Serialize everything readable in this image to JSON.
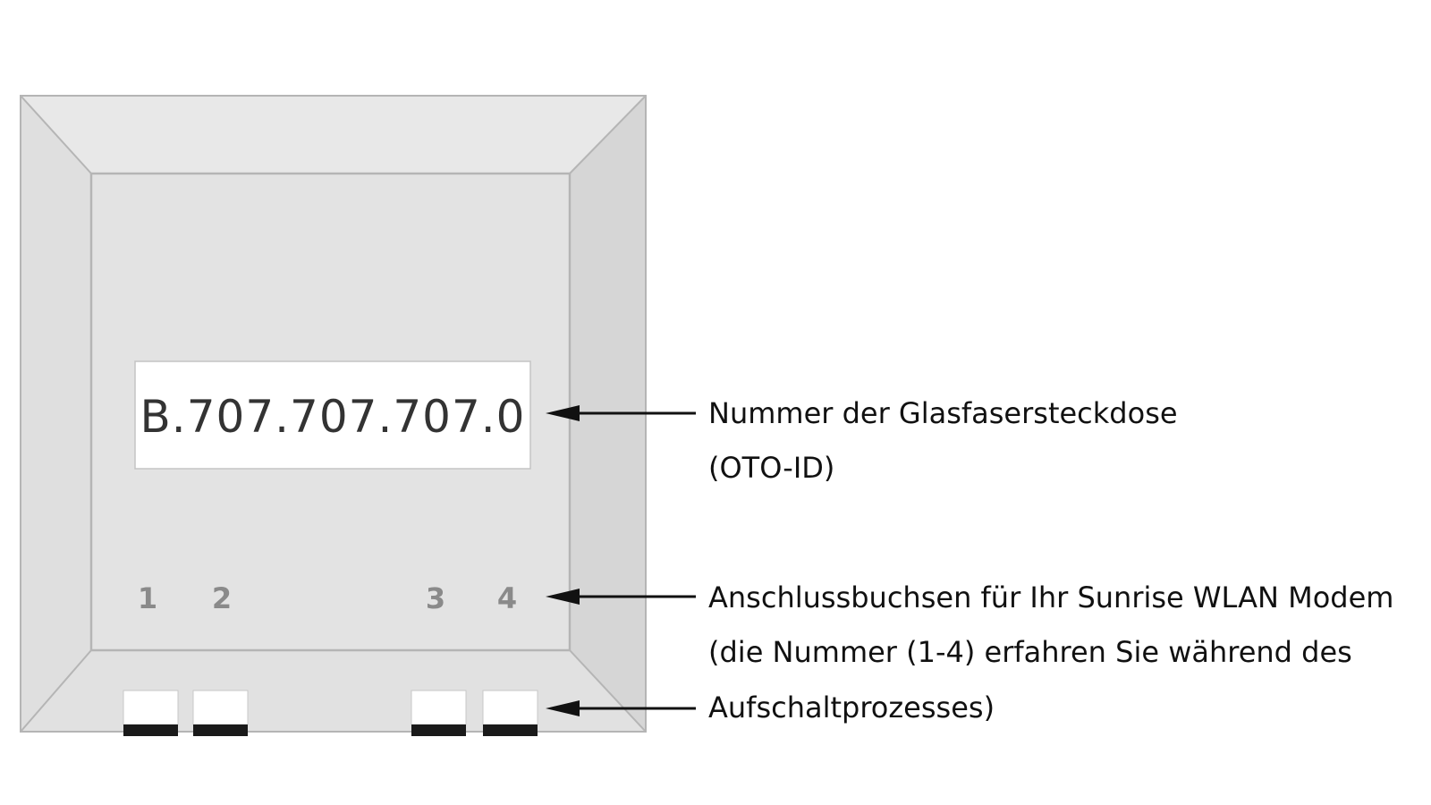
{
  "device": {
    "oto_id": "B.707.707.707.0",
    "ports": [
      "1",
      "2",
      "3",
      "4"
    ]
  },
  "annotations": {
    "oto_id_label": {
      "line1": "Nummer der Glasfasersteckdose",
      "line2": "(OTO-ID)"
    },
    "ports_label": {
      "line1": "Anschlussbuchsen für Ihr Sunrise WLAN Modem",
      "line2": "(die Nummer (1-4) erfahren Sie während des",
      "line3": "Aufschaltprozesses)"
    }
  },
  "colors": {
    "face": "#e3e3e3",
    "bevel_top": "#e8e8e8",
    "bevel_left": "#dfdfdf",
    "bevel_right": "#d6d6d6",
    "bevel_bottom": "#e1e1e1",
    "edge": "#b5b5b5",
    "port_number": "#8a8a8a",
    "port_base": "#1a1a1a",
    "arrow": "#111111"
  }
}
